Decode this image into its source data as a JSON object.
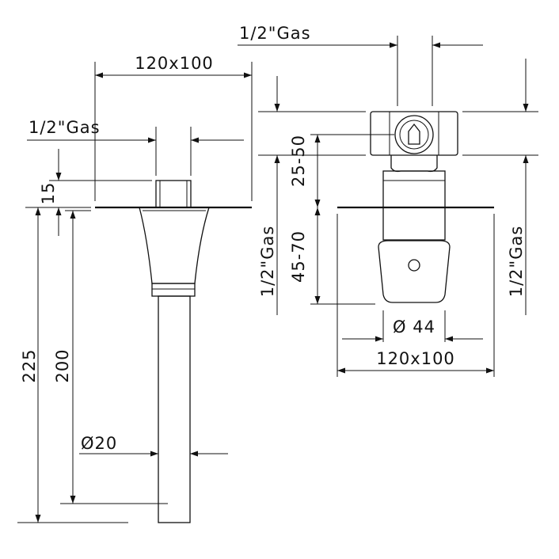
{
  "dims": {
    "top_gas_right": "1/2\"Gas",
    "flange_width_top": "120x100",
    "top_gas_left": "1/2\"Gas",
    "height_15": "15",
    "height_225": "225",
    "height_200": "200",
    "diam_20": "Ø20",
    "side_gas_left": "1/2\"Gas",
    "range_25_50": "25-50",
    "range_45_70": "45-70",
    "side_gas_right": "1/2\"Gas",
    "diam_44": "Ø 44",
    "flange_width_bottom": "120x100"
  }
}
